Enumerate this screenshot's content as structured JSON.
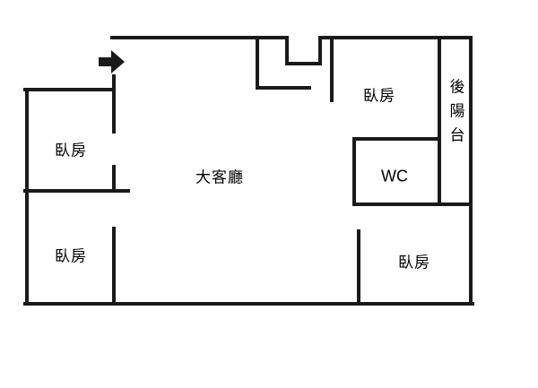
{
  "floorplan": {
    "rooms": {
      "bedroom_top_left": {
        "label": "臥房"
      },
      "bedroom_bottom_left": {
        "label": "臥房"
      },
      "living_room": {
        "label": "大客廳"
      },
      "bedroom_top_right": {
        "label": "臥房"
      },
      "wc": {
        "label": "WC"
      },
      "bedroom_bottom_right": {
        "label": "臥房"
      },
      "rear_balcony": {
        "label": "後陽台"
      }
    },
    "icons": {
      "entrance_arrow": "➡"
    },
    "colors": {
      "wall": "#1a1a1a",
      "background": "#ffffff",
      "text": "#000000"
    }
  }
}
